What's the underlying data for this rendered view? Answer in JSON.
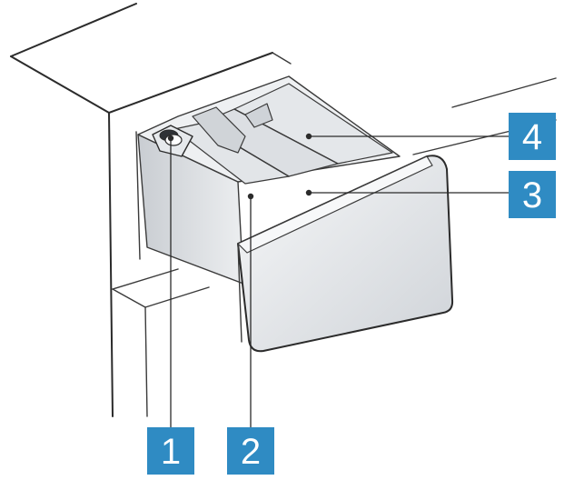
{
  "colors": {
    "callout_fill": "#2f8bc3",
    "callout_text": "#ffffff",
    "line": "#2b2b2b",
    "drawer_light": "#eef0f2",
    "drawer_mid": "#dcdfe3",
    "drawer_dark": "#c4c8cd"
  },
  "callouts": [
    {
      "label": "1"
    },
    {
      "label": "2"
    },
    {
      "label": "3"
    },
    {
      "label": "4"
    }
  ]
}
